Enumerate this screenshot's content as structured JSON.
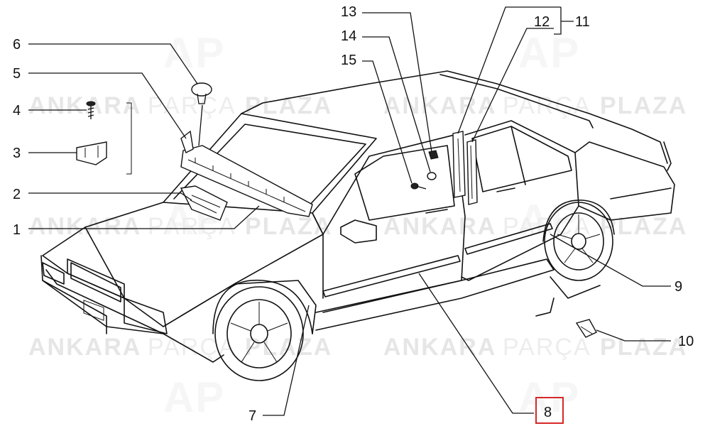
{
  "diagram": {
    "callouts": [
      {
        "id": "c1",
        "text": "1"
      },
      {
        "id": "c2",
        "text": "2"
      },
      {
        "id": "c3",
        "text": "3"
      },
      {
        "id": "c4",
        "text": "4"
      },
      {
        "id": "c5",
        "text": "5"
      },
      {
        "id": "c6",
        "text": "6"
      },
      {
        "id": "c7",
        "text": "7"
      },
      {
        "id": "c8",
        "text": "8"
      },
      {
        "id": "c9",
        "text": "9"
      },
      {
        "id": "c10",
        "text": "10"
      },
      {
        "id": "c11",
        "text": "11"
      },
      {
        "id": "c12",
        "text": "12"
      },
      {
        "id": "c13",
        "text": "13"
      },
      {
        "id": "c14",
        "text": "14"
      },
      {
        "id": "c15",
        "text": "15"
      }
    ],
    "highlight_color": "#d62828",
    "highlighted_callout": "8"
  },
  "watermark": {
    "brand_bold": "ANKARA",
    "brand_light": "PARÇA",
    "brand_bold2": "PLAZA",
    "logo_text": "AP"
  }
}
